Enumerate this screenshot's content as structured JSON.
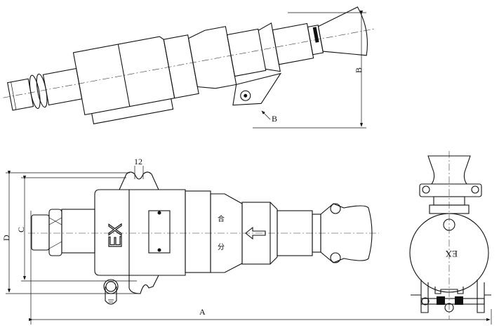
{
  "title": "Explosion-proof plug assembly drawing",
  "labels": {
    "dim_b_vertical": "B",
    "dim_b_arrow": "B",
    "dim_12": "12",
    "dim_d": "D",
    "dim_c": "C",
    "dim_a": "A",
    "ex_mark": "EX",
    "side_ex_mark": "EX",
    "close_mark": "合",
    "open_mark": "分"
  }
}
